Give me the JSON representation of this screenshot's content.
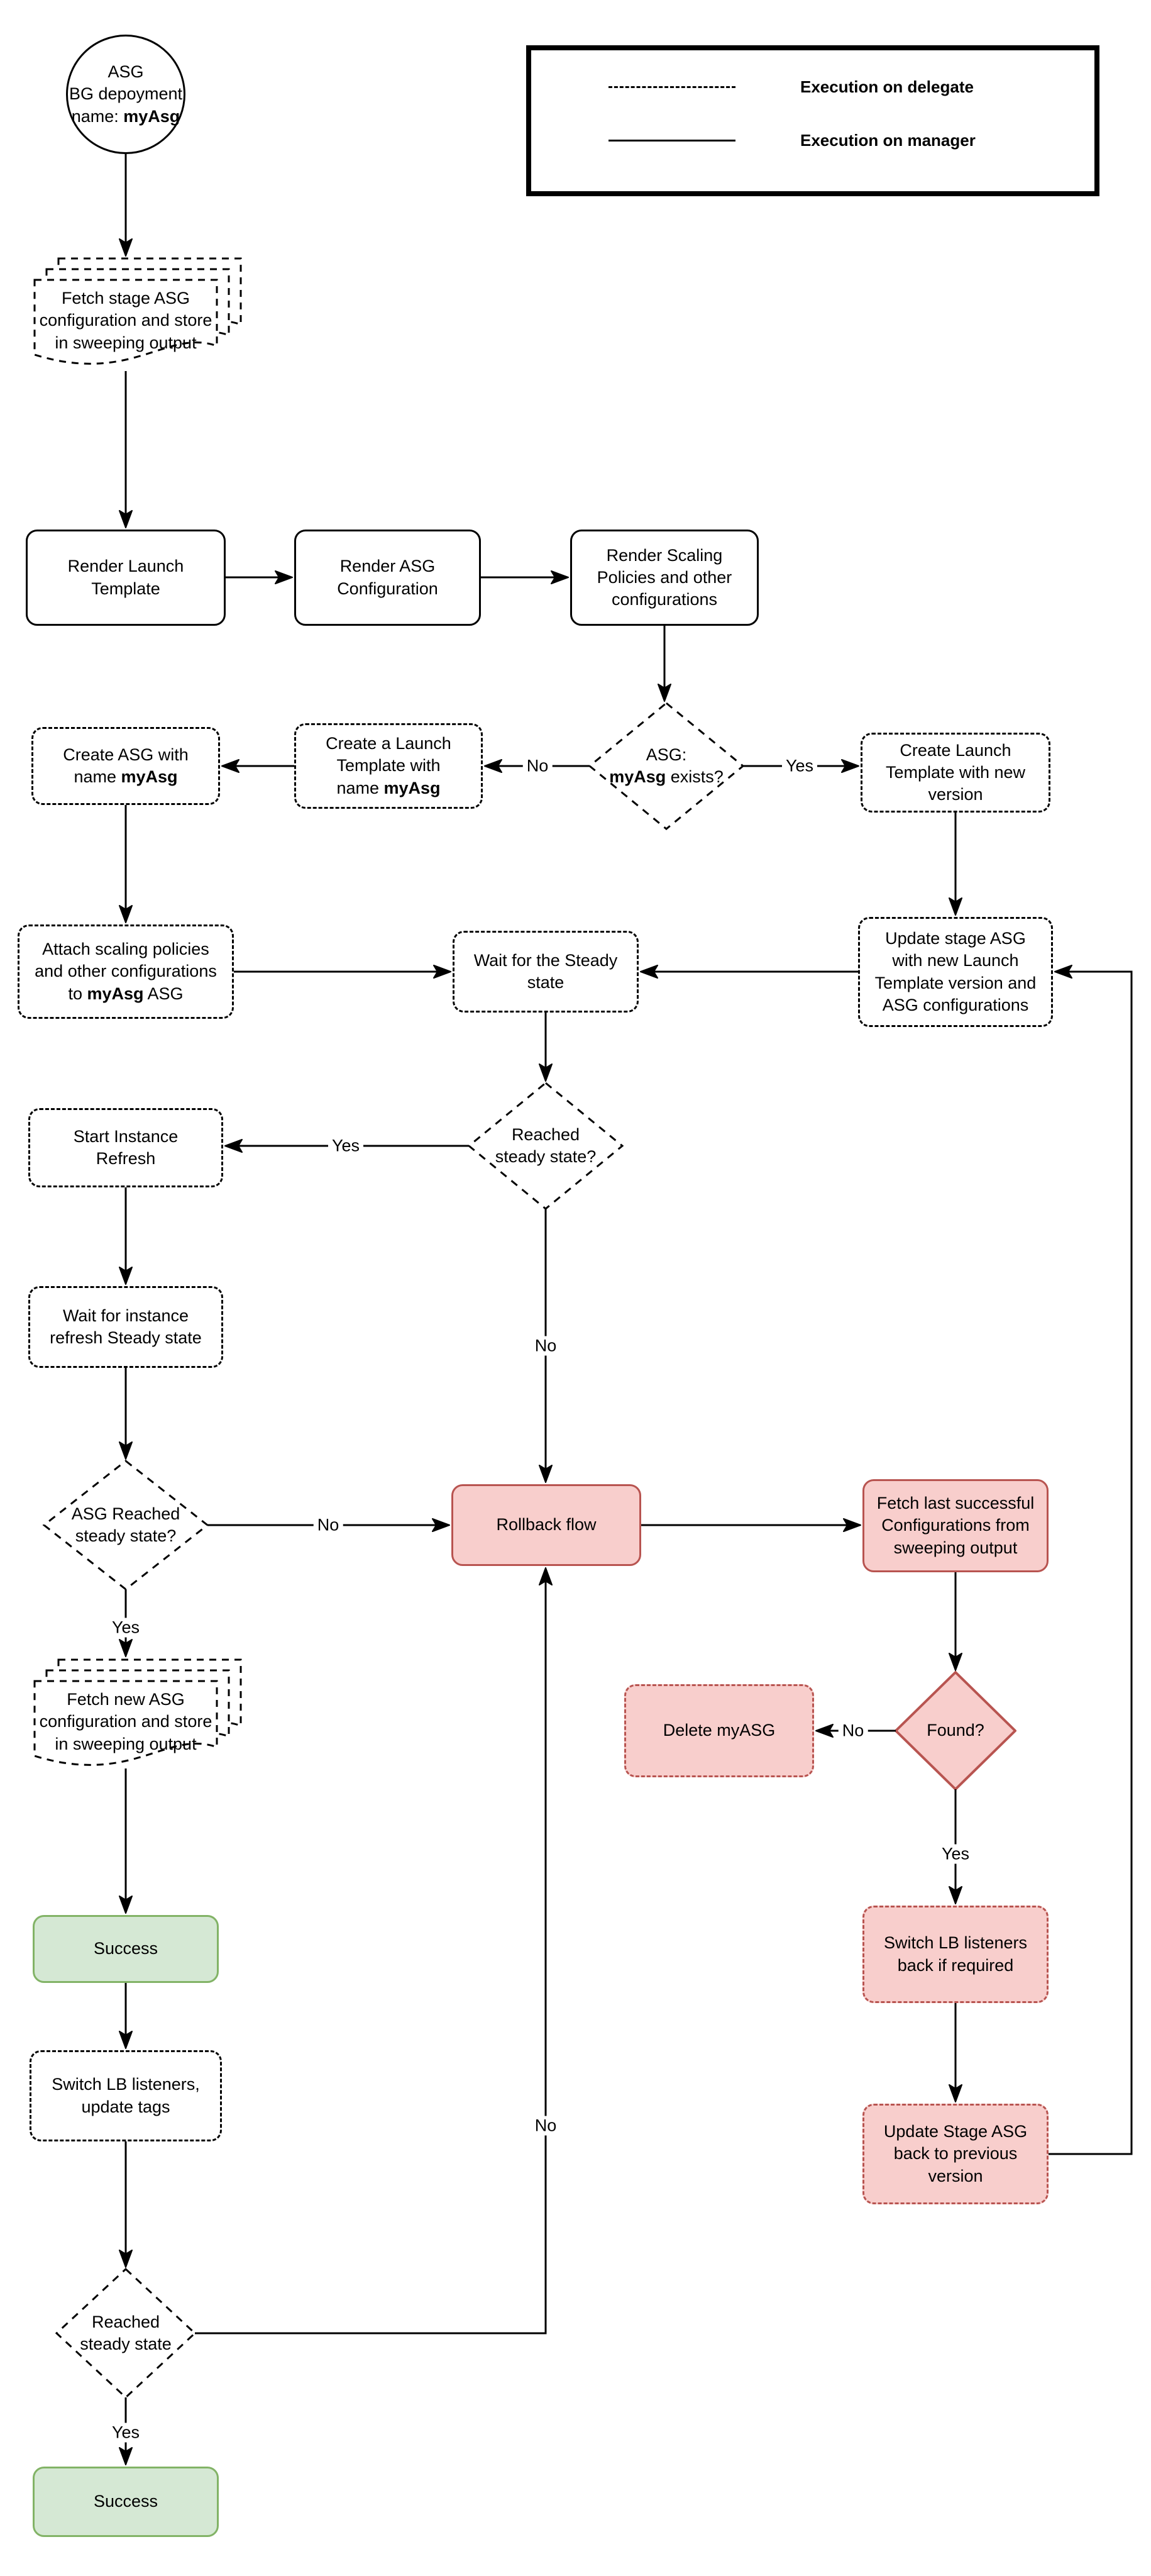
{
  "legend": {
    "items": [
      {
        "style": "dashed",
        "label": "Execution on delegate"
      },
      {
        "style": "solid",
        "label": "Execution on manager"
      }
    ]
  },
  "labels": {
    "yes": "Yes",
    "no": "No"
  },
  "colors": {
    "pink_fill": "#f8cecc",
    "pink_stroke": "#b85450",
    "green_fill": "#d5e8d4",
    "green_stroke": "#82b366",
    "line": "#000000"
  },
  "nodes": {
    "start": {
      "segments": [
        {
          "t": "ASG\nBG depoyment\nname: "
        },
        {
          "t": "myAsg",
          "b": true
        }
      ]
    },
    "fetch_stage": {
      "text": "Fetch stage ASG\nconfiguration and store\nin sweeping output"
    },
    "render_launch": {
      "text": "Render Launch\nTemplate"
    },
    "render_asg": {
      "text": "Render ASG\nConfiguration"
    },
    "render_scaling": {
      "text": "Render Scaling\nPolicies and other\nconfigurations"
    },
    "asg_exists": {
      "segments": [
        {
          "t": "ASG:\n"
        },
        {
          "t": "myAsg",
          "b": true
        },
        {
          "t": " exists?"
        }
      ]
    },
    "create_lt_myasg": {
      "segments": [
        {
          "t": "Create a Launch\nTemplate with\nname "
        },
        {
          "t": "myAsg",
          "b": true
        }
      ]
    },
    "create_asg": {
      "segments": [
        {
          "t": "Create ASG with\nname "
        },
        {
          "t": "myAsg",
          "b": true
        }
      ]
    },
    "create_lt_new": {
      "text": "Create Launch\nTemplate with new\nversion"
    },
    "attach": {
      "segments": [
        {
          "t": "Attach scaling policies\nand other configurations\nto "
        },
        {
          "t": "myAsg",
          "b": true
        },
        {
          "t": " ASG"
        }
      ]
    },
    "update_stage": {
      "text": "Update stage ASG\nwith new Launch\nTemplate version and\nASG configurations"
    },
    "wait_steady": {
      "text": "Wait for the Steady\nstate"
    },
    "reached_steady_q": {
      "text": "Reached\nsteady state?"
    },
    "start_refresh": {
      "text": "Start Instance\nRefresh"
    },
    "wait_refresh": {
      "text": "Wait for instance\nrefresh Steady state"
    },
    "asg_reached_q": {
      "text": "ASG Reached\nsteady state?"
    },
    "rollback": {
      "text": "Rollback flow"
    },
    "fetch_last": {
      "text": "Fetch last successful\nConfigurations from\nsweeping output"
    },
    "delete_myasg": {
      "text": "Delete myASG"
    },
    "found_q": {
      "text": "Found?"
    },
    "fetch_new": {
      "text": "Fetch new ASG\nconfiguration and store\nin sweeping output"
    },
    "success_1": {
      "text": "Success"
    },
    "switch_lb": {
      "text": "Switch LB listeners,\nupdate tags"
    },
    "switch_lb_back": {
      "text": "Switch LB listeners\nback if required"
    },
    "update_back": {
      "text": "Update Stage ASG\nback to previous\nversion"
    },
    "reached_steady_2": {
      "text": "Reached\nsteady state"
    },
    "success_2": {
      "text": "Success"
    }
  }
}
